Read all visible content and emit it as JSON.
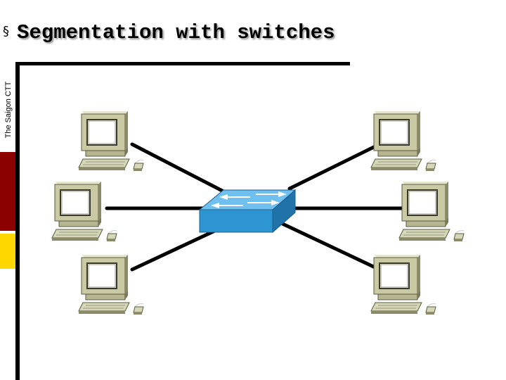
{
  "slide": {
    "title": "Segmentation with switches",
    "side_label": "The Saigon CTT",
    "title_bullet": "§"
  },
  "diagram": {
    "nodes": [
      {
        "id": "pc-top-left",
        "type": "computer"
      },
      {
        "id": "pc-mid-left",
        "type": "computer"
      },
      {
        "id": "pc-bottom-left",
        "type": "computer"
      },
      {
        "id": "pc-top-right",
        "type": "computer"
      },
      {
        "id": "pc-mid-right",
        "type": "computer"
      },
      {
        "id": "pc-bottom-right",
        "type": "computer"
      },
      {
        "id": "switch",
        "type": "switch",
        "icon": "switch-icon"
      }
    ],
    "links": [
      [
        "switch",
        "pc-top-left"
      ],
      [
        "switch",
        "pc-mid-left"
      ],
      [
        "switch",
        "pc-bottom-left"
      ],
      [
        "switch",
        "pc-top-right"
      ],
      [
        "switch",
        "pc-mid-right"
      ],
      [
        "switch",
        "pc-bottom-right"
      ]
    ]
  },
  "colors": {
    "accent_red": "#8b0000",
    "accent_yellow": "#ffd700",
    "switch_blue": "#2e95d3",
    "computer_beige": "#c9c9a3"
  }
}
